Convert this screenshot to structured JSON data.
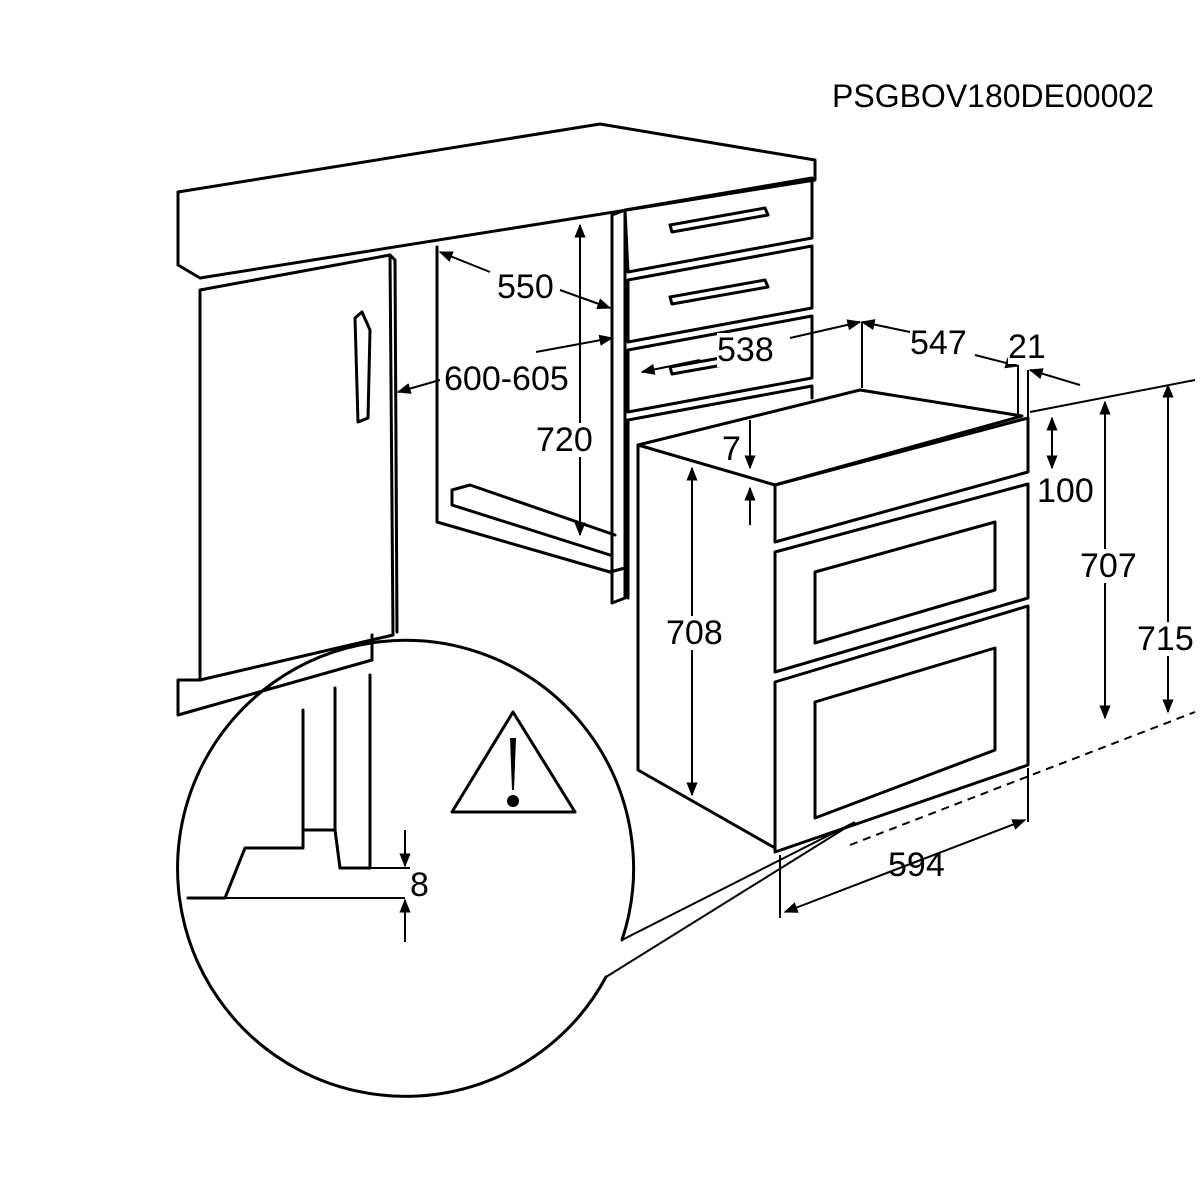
{
  "drawing_code": "PSGBOV180DE00002",
  "dimensions": {
    "niche_depth": "550",
    "niche_width": "600-605",
    "niche_height": "720",
    "oven_depth_body": "538",
    "oven_depth_total": "547",
    "front_panel_thickness": "21",
    "top_offset": "7",
    "control_panel_height": "100",
    "oven_front_height": "707",
    "oven_total_height": "715",
    "oven_body_height": "708",
    "oven_width": "594",
    "detail_gap": "8"
  },
  "icons": [
    "warning-icon"
  ],
  "colors": {
    "line": "#000000",
    "background": "#ffffff"
  }
}
